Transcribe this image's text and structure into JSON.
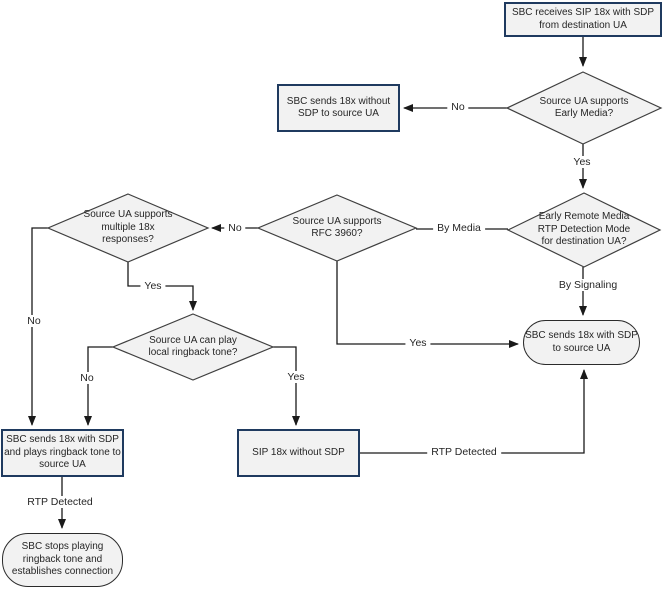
{
  "colors": {
    "process_border": "#1f3a5f",
    "decision_border": "#3f3f3f",
    "terminator_border": "#2b2b2b",
    "shape_fill": "#f2f2f2",
    "line": "#1a1a1a",
    "background": "#ffffff"
  },
  "nodes": {
    "receive": {
      "label": "SBC receives SIP 18x with SDP from destination UA"
    },
    "early_media": {
      "label": "Source UA supports Early Media?"
    },
    "send_without_sdp": {
      "label": "SBC sends 18x without SDP to source UA"
    },
    "rtp_detection_mode": {
      "label": "Early Remote Media RTP Detection Mode for destination UA?"
    },
    "rfc3960": {
      "label": "Source UA supports RFC 3960?"
    },
    "multiple_18x": {
      "label": "Source UA supports multiple 18x responses?"
    },
    "local_ringback": {
      "label": "Source UA can play local ringback tone?"
    },
    "send_with_sdp": {
      "label": "SBC sends 18x with SDP to source UA"
    },
    "sip_18x_without_sdp": {
      "label": "SIP 18x without SDP"
    },
    "send_with_sdp_ringback": {
      "label": "SBC sends 18x with SDP and plays ringback tone to source UA"
    },
    "stop_ringback": {
      "label": "SBC stops playing ringback tone and establishes connection"
    }
  },
  "edges": {
    "early_media_no": "No",
    "early_media_yes": "Yes",
    "detection_by_media": "By Media",
    "detection_by_signaling": "By Signaling",
    "rfc3960_no": "No",
    "rfc3960_yes": "Yes",
    "multiple_no": "No",
    "multiple_yes": "Yes",
    "ringback_no": "No",
    "ringback_yes": "Yes",
    "rtp_detected_right": "RTP Detected",
    "rtp_detected_left": "RTP Detected"
  }
}
